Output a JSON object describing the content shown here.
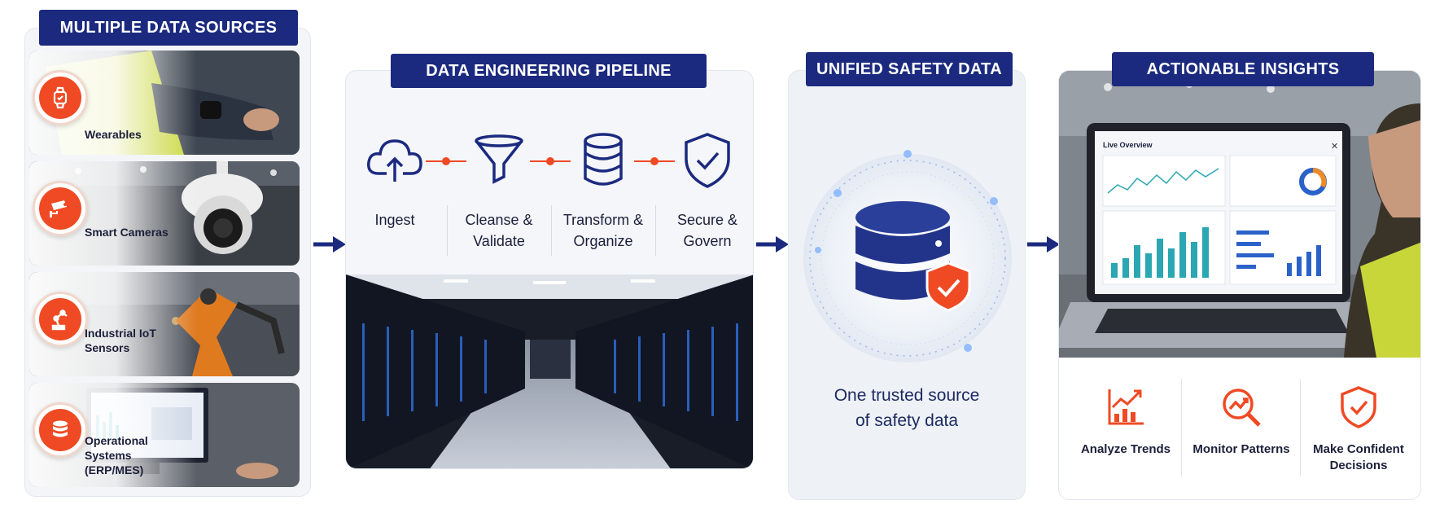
{
  "sources": {
    "title": "MULTIPLE DATA SOURCES",
    "items": [
      {
        "label": "Wearables",
        "icon": "smartwatch-icon"
      },
      {
        "label": "Smart Cameras",
        "icon": "security-camera-icon"
      },
      {
        "label": "Industrial IoT\nSensors",
        "icon": "robot-arm-icon"
      },
      {
        "label": "Operational\nSystems\n(ERP/MES)",
        "icon": "database-icon"
      }
    ]
  },
  "pipeline": {
    "title": "DATA ENGINEERING PIPELINE",
    "steps": [
      {
        "label": "Ingest",
        "icon": "cloud-upload-icon"
      },
      {
        "label": "Cleanse &\nValidate",
        "icon": "funnel-icon"
      },
      {
        "label": "Transform &\nOrganize",
        "icon": "database-icon"
      },
      {
        "label": "Secure &\nGovern",
        "icon": "shield-check-icon"
      }
    ]
  },
  "unified": {
    "title": "UNIFIED SAFETY DATA",
    "caption": "One trusted source\nof safety data"
  },
  "insights": {
    "title": "ACTIONABLE INSIGHTS",
    "screen_title": "Live Overview",
    "items": [
      {
        "label": "Analyze Trends",
        "icon": "trend-chart-icon"
      },
      {
        "label": "Monitor Patterns",
        "icon": "magnify-trend-icon"
      },
      {
        "label": "Make Confident\nDecisions",
        "icon": "shield-check-icon"
      }
    ]
  },
  "colors": {
    "navy": "#1b2a7f",
    "accent": "#ef4a24",
    "panel": "#f3f5f9"
  }
}
